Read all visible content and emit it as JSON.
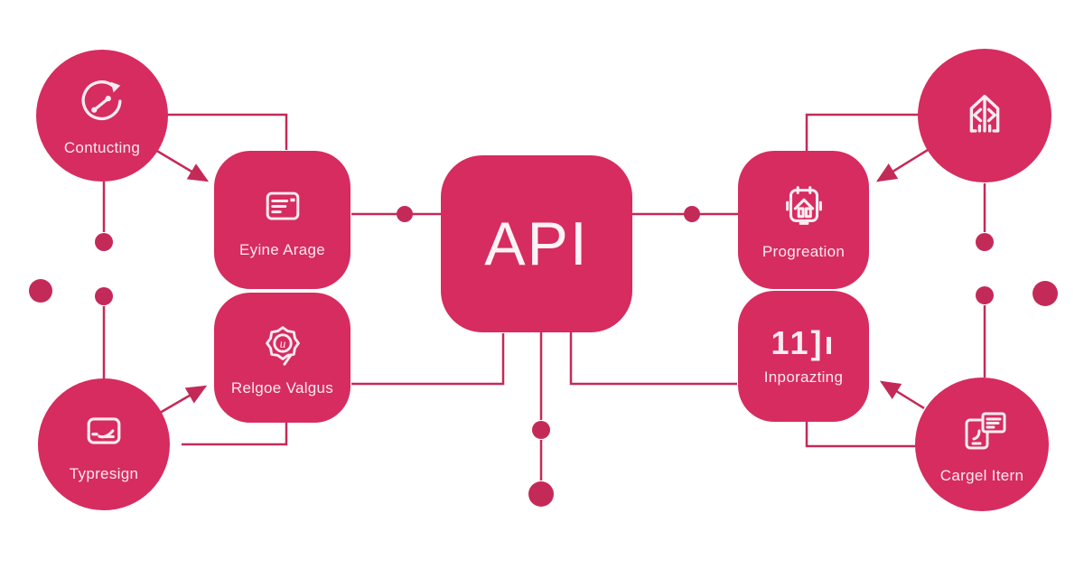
{
  "colors": {
    "node_fill": "#d62c5f",
    "line": "#c42a58",
    "icon_stroke": "#fbecf2",
    "text": "#fbe9f0",
    "background": "#ffffff"
  },
  "center": {
    "label": "API"
  },
  "nodes": {
    "contucting": {
      "label": "Contucting",
      "icon": "trend-arrow-bubble-icon"
    },
    "eyine": {
      "label": "Eyine Arage",
      "icon": "document-card-icon"
    },
    "relgoe": {
      "label": "Relgoe Valgus",
      "icon": "badge-seal-icon",
      "icon_glyph": "u"
    },
    "typresign": {
      "label": "Typresign",
      "icon": "signature-card-icon"
    },
    "progreation": {
      "label": "Progreation",
      "icon": "calendar-home-icon"
    },
    "inporaeting": {
      "label": "Inporazting",
      "icon_text": "11]ı"
    },
    "code_house": {
      "label": "",
      "icon": "code-house-icon"
    },
    "cargel": {
      "label": "Cargel Itern",
      "icon": "chat-device-icon"
    }
  }
}
